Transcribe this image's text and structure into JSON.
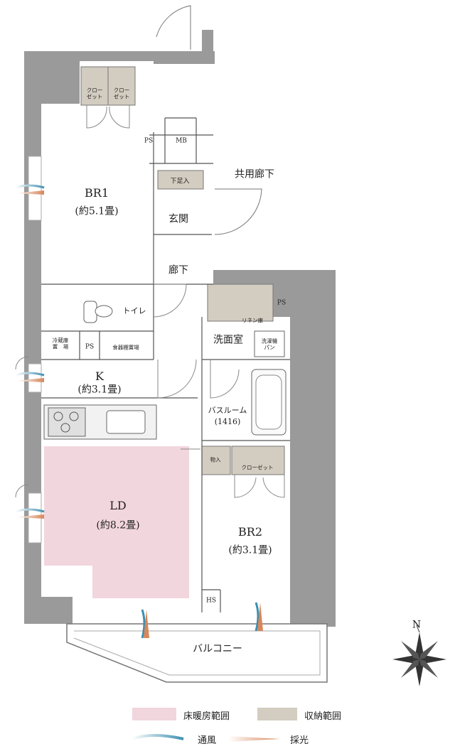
{
  "rooms": {
    "br1": {
      "name": "BR1",
      "area": "(約5.1畳)"
    },
    "entrance": "玄関",
    "hallway": "廊下",
    "toilet": "トイレ",
    "washroom": "洗面室",
    "kitchen": {
      "name": "K",
      "area": "(約3.1畳)"
    },
    "bathroom": {
      "name": "バスルーム",
      "size": "(1416)"
    },
    "ld": {
      "name": "LD",
      "area": "(約8.2畳)"
    },
    "br2": {
      "name": "BR2",
      "area": "(約3.1畳)"
    },
    "balcony": "バルコニー",
    "common_corridor": "共用廊下"
  },
  "fixtures": {
    "closet1": [
      "クロー",
      "ゼット"
    ],
    "closet2": [
      "クロー",
      "ゼット"
    ],
    "ps1": "PS",
    "ps2": "PS",
    "ps3": "PS",
    "mb": "MB",
    "shoe_box": "下足入",
    "linen": "リネン庫",
    "washer": [
      "洗濯機",
      "パン"
    ],
    "fridge": [
      "冷蔵庫",
      "置　場"
    ],
    "cupboard": "食器棚置場",
    "storage": "物入",
    "closet_br2": "クローゼット",
    "hs": "HS"
  },
  "compass": {
    "north": "N"
  },
  "legend": {
    "floor_heating": {
      "label": "床暖房範囲",
      "color": "#f2d6dd"
    },
    "storage": {
      "label": "収納範囲",
      "color": "#d3ccc0"
    },
    "ventilation": {
      "label": "通風",
      "color": "#3d8fb0"
    },
    "daylight": {
      "label": "採光",
      "color": "#d8865a"
    }
  }
}
